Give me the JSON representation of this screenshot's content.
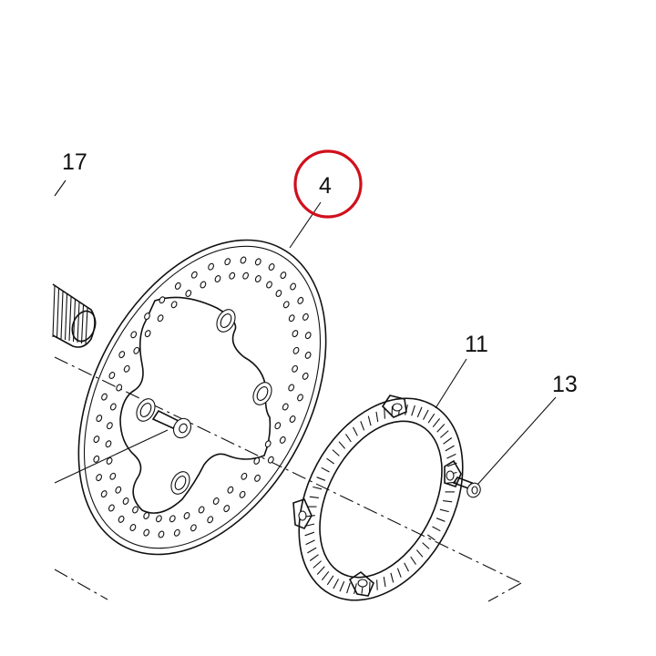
{
  "diagram": {
    "callouts": [
      {
        "id": "17",
        "label": "17"
      },
      {
        "id": "4",
        "label": "4",
        "highlighted": true
      },
      {
        "id": "11",
        "label": "11"
      },
      {
        "id": "13",
        "label": "13"
      }
    ],
    "highlight_color": "#d0101c",
    "line_color": "#111111",
    "background_color": "#ffffff"
  }
}
